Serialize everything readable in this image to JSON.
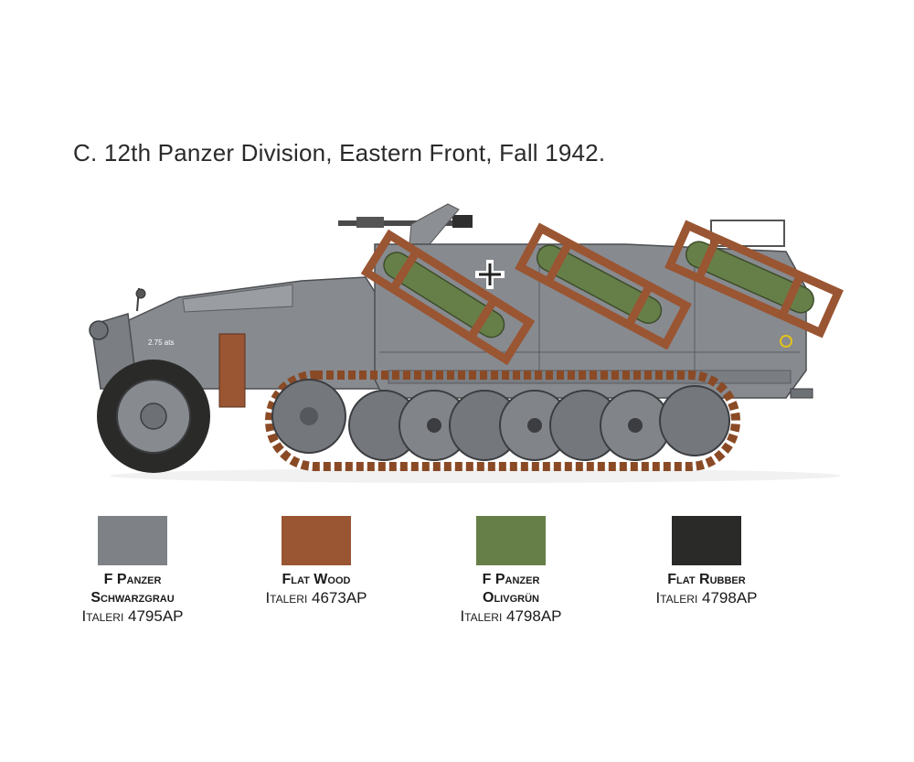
{
  "caption": "C. 12th Panzer Division, Eastern Front, Fall 1942.",
  "vehicle": {
    "hull_marking": "2.75 ats"
  },
  "colors": [
    {
      "name_line1": "F Panzer",
      "name_line2": "Schwarzgrau",
      "code": "Italeri 4795AP",
      "hex": "#7e8186"
    },
    {
      "name_line1": "Flat Wood",
      "name_line2": "",
      "code": "Italeri 4673AP",
      "hex": "#9a5532"
    },
    {
      "name_line1": "F Panzer",
      "name_line2": "Olivgrün",
      "code": "Italeri 4798AP",
      "hex": "#667f48"
    },
    {
      "name_line1": "Flat Rubber",
      "name_line2": "",
      "code": "Italeri 4798AP",
      "hex": "#2a2b28"
    }
  ]
}
